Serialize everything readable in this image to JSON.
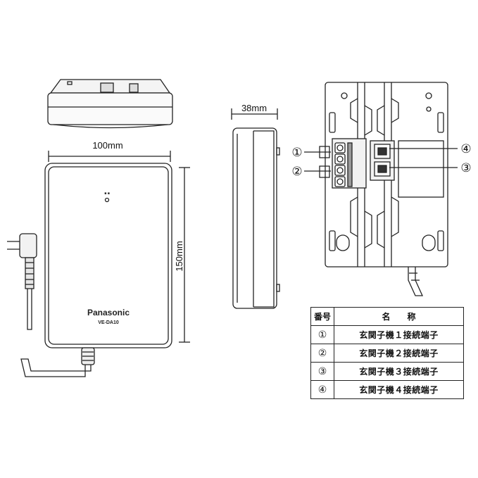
{
  "dimensions": {
    "width": "100mm",
    "height": "150mm",
    "depth": "38mm"
  },
  "device": {
    "brand": "Panasonic",
    "model": "VE-DA10"
  },
  "callouts": [
    "①",
    "②",
    "③",
    "④"
  ],
  "table": {
    "headers": [
      "番号",
      "名　　称"
    ],
    "rows": [
      {
        "no": "①",
        "name": "玄関子機１接続端子"
      },
      {
        "no": "②",
        "name": "玄関子機２接続端子"
      },
      {
        "no": "③",
        "name": "玄関子機３接続端子"
      },
      {
        "no": "④",
        "name": "玄関子機４接続端子"
      }
    ]
  }
}
